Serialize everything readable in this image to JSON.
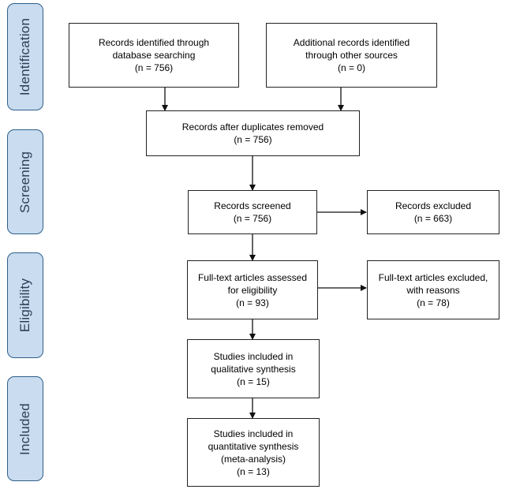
{
  "phases": {
    "identification": "Identification",
    "screening": "Screening",
    "eligibility": "Eligibility",
    "included": "Included"
  },
  "boxes": {
    "db_records": {
      "line1": "Records identified through",
      "line2": "database searching",
      "count": "(n = 756)"
    },
    "other_records": {
      "line1": "Additional records identified",
      "line2": "through other sources",
      "count": "(n = 0)"
    },
    "after_duplicates": {
      "line1": "Records after duplicates removed",
      "count": "(n = 756)"
    },
    "screened": {
      "line1": "Records screened",
      "count": "(n = 756)"
    },
    "excluded": {
      "line1": "Records excluded",
      "count": "(n = 663)"
    },
    "fulltext_assessed": {
      "line1": "Full-text articles assessed",
      "line2": "for eligibility",
      "count": "(n = 93)"
    },
    "fulltext_excluded": {
      "line1": "Full-text articles excluded,",
      "line2": "with reasons",
      "count": "(n = 78)"
    },
    "qualitative": {
      "line1": "Studies included in",
      "line2": "qualitative synthesis",
      "count": "(n = 15)"
    },
    "quantitative": {
      "line1": "Studies included in",
      "line2": "quantitative synthesis",
      "line3": "(meta-analysis)",
      "count": "(n = 13)"
    }
  }
}
